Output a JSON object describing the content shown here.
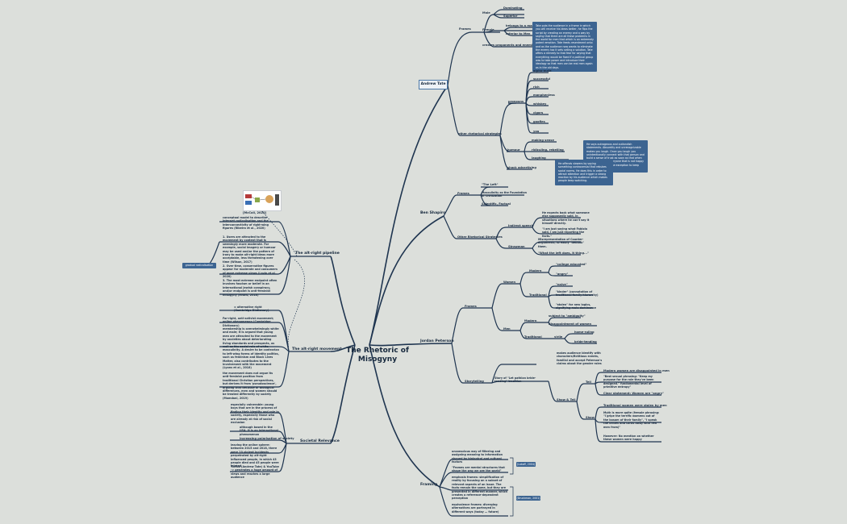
{
  "central": {
    "line1": "The Rhetoric of",
    "line2": "Misogyny"
  },
  "left": {
    "pipeline": {
      "title": "The alt-right pipeline",
      "source": "[McColl, 2020]",
      "items": [
        "conceptual model to describe internet radicalisation and the interconnectivity of right-wing figures (Ribeiro et al., 2020)",
        "1. Users are attracted to the movement by content that is seemingly more moderate. For example, social imagery or humour may be used and/or the pattern of irony to make alt-right ideas more acceptable, less threatening over time (Wilson, 2017)",
        "2. Over time, conservative figures appear for moderate and consumers of more extreme views (Lavin et al., 2020)",
        "3. The most extreme endpoint often involves fascism or belief in an international Jewish conspiracy, and/or endpoint is anti-feminist misogyny (Evans, 2018)"
      ],
      "side_badge": "gradual radicalisation"
    },
    "movement": {
      "title": "The alt-right movement",
      "items": [
        "= alternative right (Cambridge Dictionary)",
        "Far-right, anti-activist movement; online phenomenon (Cambridge Dictionary)",
        "membership is overwhelmingly white and male; it is argued that young men are attracted to the movement by anxieties about deteriorating living standards and prospects, as well as the social role of white masculinity. A desire to be contrarian to left-wing forms of identity politics, such as feminism and Black Lives Matter, also contributes to the involvement with the movement (Lyons et al., 2018)",
        "the movement does not argue its anti-feminist position from traditional Christian perspectives, but derives it from 'pseudoscience', arguing that because of biological differences, men and women should be treated differently by society (Mamdani, 2019)"
      ]
    },
    "societal": {
      "title": "Societal Relevance",
      "items": [
        "especially vulnerable: young boys that are in the process of finding their identity and role in society, especially those who are already at risk of social exclusion",
        "although based in the USA, it is an international phenomenon",
        "increasing polarisation of society",
        "leaving the online sphere: between 2015 and 2018, there were 10 violent incidents perpetrated by alt-right influenced people, in which 43 people died and 45 people were injured",
        "TikTok (Andrew Tate) & YouTube -> generates a huge amount of views and reaches a large audience"
      ]
    }
  },
  "right": {
    "tate": {
      "title": "Andrew Tate",
      "frames_label": "Frames",
      "male_label": "Male",
      "male_items": [
        "Dominating",
        "Superior"
      ],
      "female_label": "Female",
      "female_items": [
        "belongs to a man",
        "Inferior to Men"
      ],
      "frames_extra": "creates proponents and enemies",
      "frames_note": "Tate puts the audience in a frame in which you will receive his ideas better, he flips the script by creating an enemy and a way by saying that there are all these problems in the world for men that which is an extremely potent emotion. Tate feeds resentment onto and as the audience now wants to eliminate the enemy too it sets selling a solution. Tate offers a remedy to that fear for saying that everything would be fixed if a political group was to take power and introduce their ideology so that men can be real men again as in the old days.",
      "other_label": "other rhetorical strategies",
      "pronouns_label": "pronouns",
      "pronoun_items": [
        "alpha-male",
        "successful",
        "rich",
        "manpheniess",
        "whiskey",
        "cigars",
        "goofies",
        "you"
      ],
      "humour_label": "humour",
      "humour_items": [
        "making sense",
        "ridiculing, rebelling",
        "laughing"
      ],
      "humour_note1": "He says outrageous and outlandish statements. Absurdity and unrecognizable makes you laugh. Once you laugh you unintentionally connect with that person and build a sense of trust as soon as that when you pretend that everyone that is not happy is and try to reject the exception to keep their points.",
      "humour_note2": "He offends viewers by saying something controversial that rebukes social norms. He does this in order to attract attention and trigger a strong reaction by his audience which makes people keep watching.",
      "shock_label": "shock advertising"
    },
    "shapiro": {
      "title": "Ben Shapiro",
      "frames_label": "Frames",
      "frames_items": [
        "\"The Left\"",
        "Masculinity as the Foundation of Civilization",
        "Scientific, Factual"
      ],
      "other_label": "Other Rhetorical Strategies",
      "indirect_label": "Indirect speech",
      "indirect_items": [
        "He expects back what someone else supposedly said, in situations where he can't say it himself directly.",
        "\"I am just saying what Fabiola said, I am just reporting the facts.\""
      ],
      "strawman_label": "Strawman",
      "strawman_items": [
        "Misrepresentation of Counter-Arguments, to easily \"debunk\" them.",
        "\"What the left does, it thing...\""
      ]
    },
    "peterson": {
      "title": "Jordan Peterson",
      "frames_label": "Frames",
      "women_label": "Women",
      "modern_label": "Modern",
      "modern_items": [
        "\"college educated\"",
        "\"angry\""
      ],
      "traditional_label": "Traditional",
      "traditional_items": [
        "\"naive\"",
        "\"kinder\" (connotation of traditional family hierarchy)",
        "\"stolen\" for new logics, signifying male dominance"
      ],
      "men_label": "Men",
      "men_modern_label": "Modern",
      "men_modern_items": [
        "subject to \"ambiguity\"",
        "disappointment of women"
      ],
      "men_traditional_label": "Traditional",
      "virile_label": "virile",
      "virile_items": [
        "home-ruling",
        "bride-tending"
      ],
      "story_label": "Storytelling",
      "story_item": "Story of \"Let pathian bride-tending\" tradition",
      "story_top": "makes audience identify with characters/fictitious events, familial and accept Peterson's claims about the gender roles",
      "show_label": "Show & Tell",
      "tell_label": "Tell",
      "tell_items": [
        "Modern women are disappointed in men",
        "\"Best sexual phrasing: \"Keep my purpose for the role they've been designed.\" fundamental level of primitive entropy\"",
        "Clear statement: Women are \"angry\""
      ],
      "show2_label": "Show",
      "show_items": [
        "Traditional women were stolen by men",
        "Myth is more quite (female phrasing: \"I gripe the terrific womens out of the bosom of their family\", \"I speak the brides and cards away with few men from)\"",
        "However: No mention on whether these women were happy"
      ]
    },
    "framing": {
      "title": "Framing",
      "items": [
        "unconscious way of filtering and assigning meaning to information shaped by biological and cultural factors",
        "\"Frames are mental structures that shape the way we see the world\"",
        "emphasis frames: simplification of reality by focusing on a subset of relevant aspects of an issue. The facts remain the same, but they are presented in different manner, which creates a reference-dependent perception",
        "equivalence frames: diverging alternatives are portrayed in different ways (today — future)"
      ],
      "ref1": "(Lakoff, 2004)",
      "ref2": "(Druckman, 2001)"
    }
  }
}
